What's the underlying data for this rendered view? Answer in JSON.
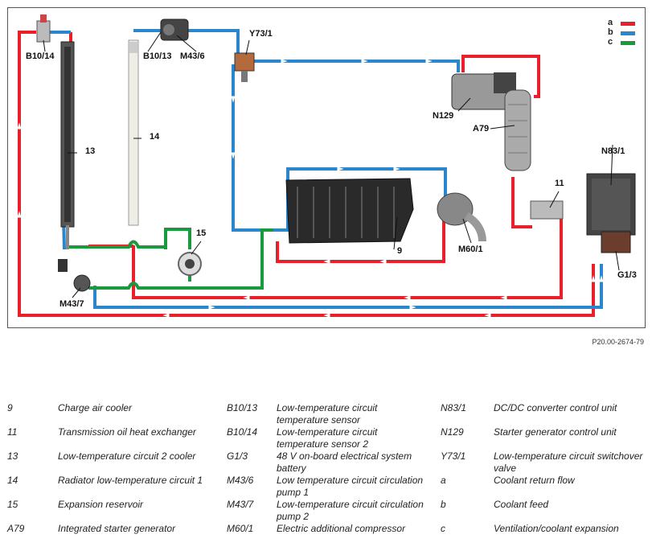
{
  "legend": [
    {
      "key": "a",
      "color": "#e8202a"
    },
    {
      "key": "b",
      "color": "#2c86cc"
    },
    {
      "key": "c",
      "color": "#1a9a3c"
    }
  ],
  "labels": {
    "b1014": "B10/14",
    "b1013": "B10/13",
    "m436": "M43/6",
    "y731": "Y73/1",
    "n129": "N129",
    "a79": "A79",
    "n831": "N83/1",
    "l11": "11",
    "l13": "13",
    "l14": "14",
    "l15": "15",
    "l9": "9",
    "m601": "M60/1",
    "m437": "M43/7",
    "g13": "G1/3"
  },
  "figure_ref": "P20.00-2674-79",
  "key_table": [
    [
      {
        "code": "9",
        "desc": "Charge air cooler"
      },
      {
        "code": "B10/13",
        "desc": "Low-temperature circuit temperature sensor"
      },
      {
        "code": "N83/1",
        "desc": "DC/DC converter control unit"
      }
    ],
    [
      {
        "code": "11",
        "desc": "Transmission oil heat exchanger"
      },
      {
        "code": "B10/14",
        "desc": "Low-temperature circuit temperature sensor 2"
      },
      {
        "code": "N129",
        "desc": "Starter generator control unit"
      }
    ],
    [
      {
        "code": "13",
        "desc": "Low-temperature circuit 2 cooler"
      },
      {
        "code": "G1/3",
        "desc": "48 V on-board electrical system battery"
      },
      {
        "code": "Y73/1",
        "desc": "Low-temperature circuit switchover valve"
      }
    ],
    [
      {
        "code": "14",
        "desc": "Radiator low-temperature circuit 1"
      },
      {
        "code": "M43/6",
        "desc": "Low temperature circuit circulation pump 1"
      },
      {
        "code": "a",
        "desc": "Coolant return flow"
      }
    ],
    [
      {
        "code": "15",
        "desc": "Expansion reservoir"
      },
      {
        "code": "M43/7",
        "desc": "Low-temperature circuit circulation pump 2"
      },
      {
        "code": "b",
        "desc": "Coolant feed"
      }
    ],
    [
      {
        "code": "A79",
        "desc": "Integrated starter generator"
      },
      {
        "code": "M60/1",
        "desc": "Electric additional compressor"
      },
      {
        "code": "c",
        "desc": "Ventilation/coolant expansion"
      }
    ]
  ]
}
